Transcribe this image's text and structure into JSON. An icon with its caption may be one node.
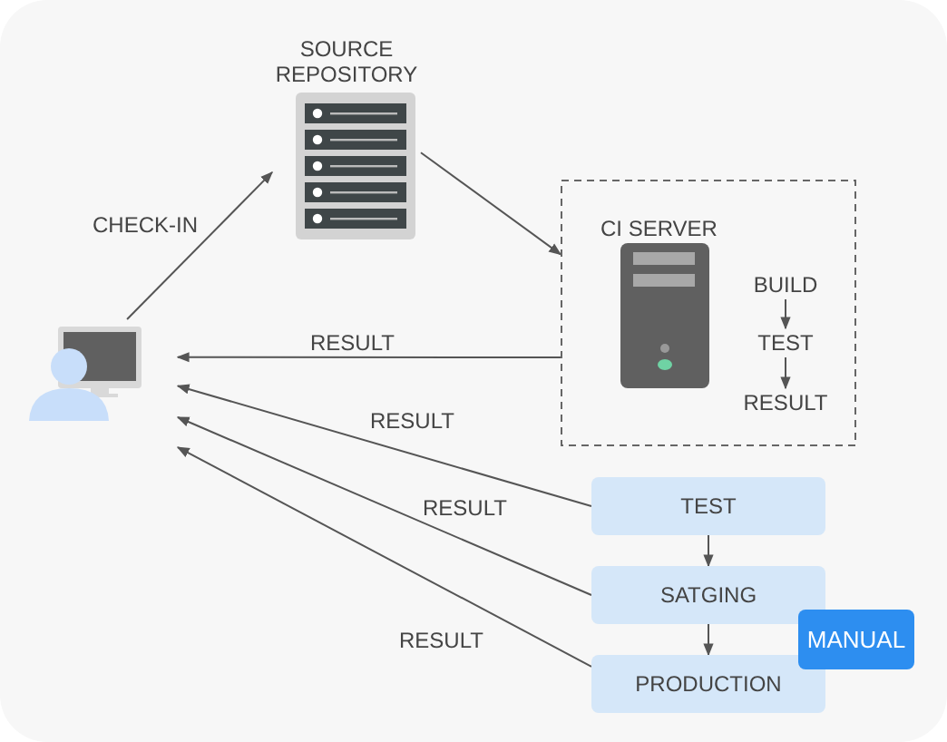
{
  "diagram": {
    "nodes": [
      {
        "text": [],
        "shape": "person"
      },
      {
        "text": [
          "SOURCE REPOSITORY"
        ]
      },
      {
        "text": [
          "CI SERVER"
        ]
      },
      {
        "text": [
          "BUILD"
        ],
        "in": 2
      },
      {
        "text": [
          "TEST"
        ],
        "in": 2
      },
      {
        "text": [
          "RESULT"
        ],
        "in": 2
      },
      {
        "text": [
          "TEST"
        ]
      },
      {
        "text": [
          "SATGING"
        ]
      },
      {
        "text": [
          "PRODUCTION"
        ]
      },
      {
        "text": [
          "MANUAL"
        ]
      }
    ],
    "edges": [
      {
        "from": 0,
        "to": 1,
        "arrow": "to",
        "label": "CHECK-IN"
      },
      {
        "from": 1,
        "to": 2,
        "arrow": "to"
      },
      {
        "from": 2,
        "to": 0,
        "arrow": "to",
        "label": "RESULT"
      },
      {
        "from": 3,
        "to": 4,
        "arrow": "to"
      },
      {
        "from": 4,
        "to": 5,
        "arrow": "to"
      },
      {
        "from": 6,
        "to": 0,
        "arrow": "to",
        "label": "RESULT"
      },
      {
        "from": 7,
        "to": 0,
        "arrow": "to",
        "label": "RESULT"
      },
      {
        "from": 8,
        "to": 0,
        "arrow": "to",
        "label": "RESULT"
      },
      {
        "from": 6,
        "to": 7,
        "arrow": "to"
      },
      {
        "from": 7,
        "to": 8,
        "arrow": "to"
      }
    ]
  }
}
